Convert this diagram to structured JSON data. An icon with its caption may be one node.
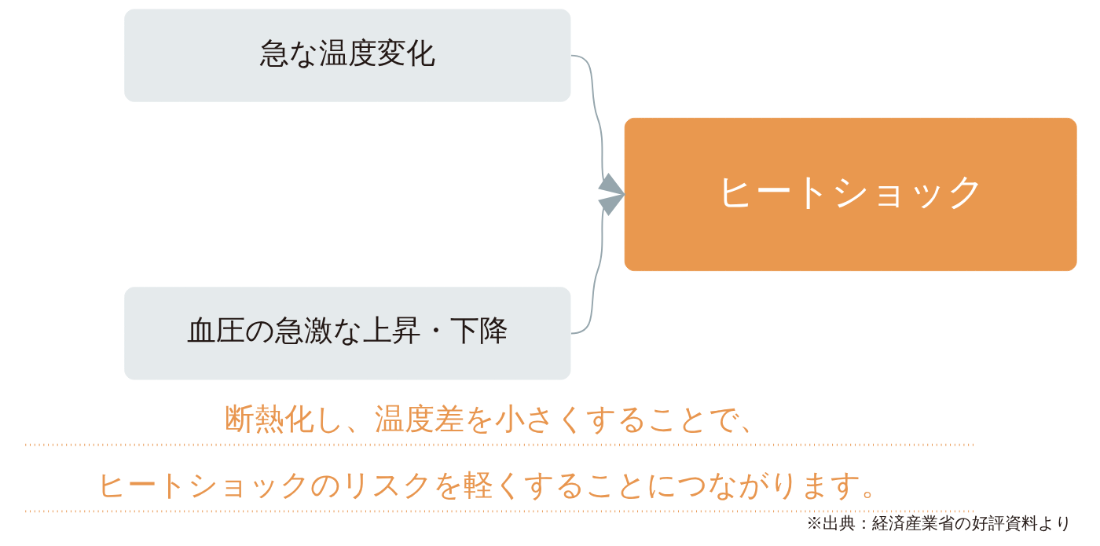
{
  "diagram": {
    "caption": "※出典：経済産業省の好評資料より",
    "nodes": [
      {
        "text": [
          "急な温度変化"
        ]
      },
      {
        "text": [
          "血圧の急激な上昇・下降"
        ]
      },
      {
        "text": [
          "ヒートショック"
        ]
      }
    ],
    "edges": [
      {
        "from": 0,
        "to": 2,
        "arrow": "to"
      },
      {
        "from": 1,
        "to": 2,
        "arrow": "to"
      }
    ],
    "labels": [
      "断熱化し、温度差を小さくすることで、",
      "ヒートショックのリスクを軽くすることにつながります。"
    ]
  }
}
